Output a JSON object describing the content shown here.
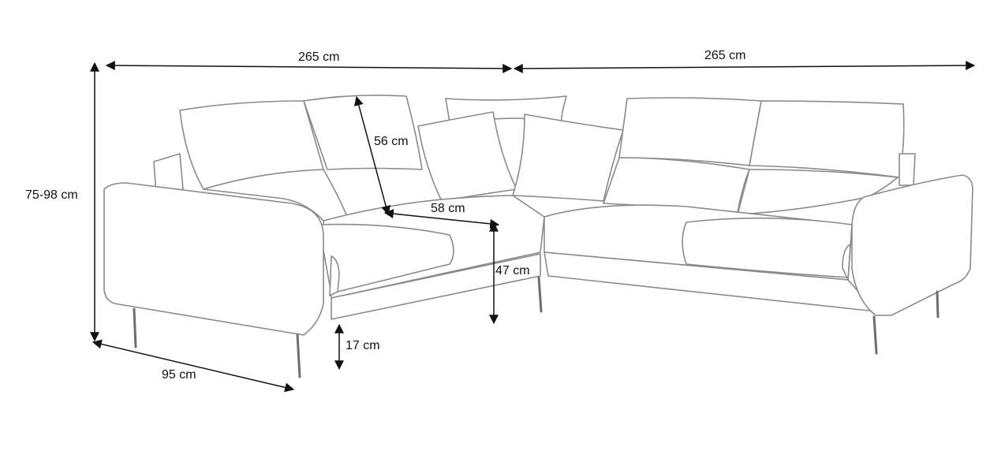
{
  "dimensions": {
    "width_left": "265 cm",
    "width_right": "265 cm",
    "height": "75-98 cm",
    "backrest": "56 cm",
    "seat_depth": "58 cm",
    "seat_height": "47 cm",
    "leg_height": "17 cm",
    "depth": "95 cm"
  }
}
